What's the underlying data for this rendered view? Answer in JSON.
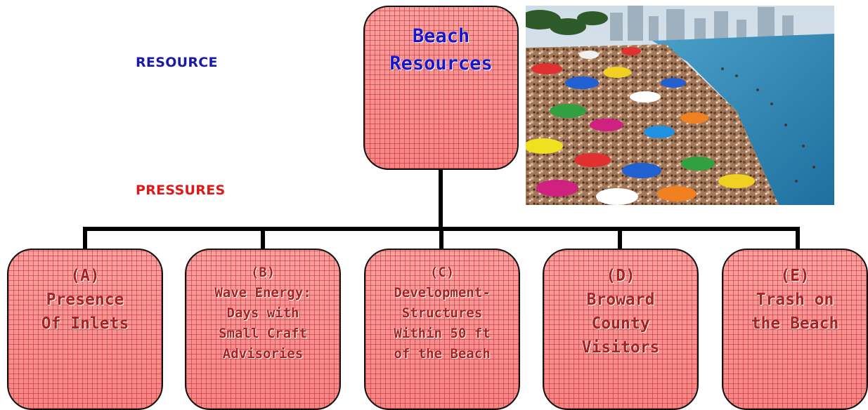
{
  "labels": {
    "resource": "RESOURCE",
    "pressures": "PRESSURES"
  },
  "root": {
    "lines": [
      "Beach",
      "Resources"
    ]
  },
  "children": [
    {
      "id": "A",
      "lines": [
        "(A)",
        "Presence",
        "Of Inlets"
      ]
    },
    {
      "id": "B",
      "lines": [
        "(B)",
        "Wave Energy:",
        "Days with",
        "Small Craft",
        "Advisories"
      ]
    },
    {
      "id": "C",
      "lines": [
        "(C)",
        "Development-",
        "Structures",
        "Within 50 ft",
        "of the Beach"
      ]
    },
    {
      "id": "D",
      "lines": [
        "(D)",
        "Broward",
        "County",
        "Visitors"
      ]
    },
    {
      "id": "E",
      "lines": [
        "(E)",
        "Trash on",
        "the Beach"
      ]
    }
  ],
  "colors": {
    "resource_label": "#1a1aa8",
    "pressures_label": "#e01818",
    "box_fill": "#f47b7b",
    "box_text": "#a82020",
    "root_text": "#1818c8"
  },
  "photo": {
    "subject": "crowded beach with umbrellas"
  }
}
